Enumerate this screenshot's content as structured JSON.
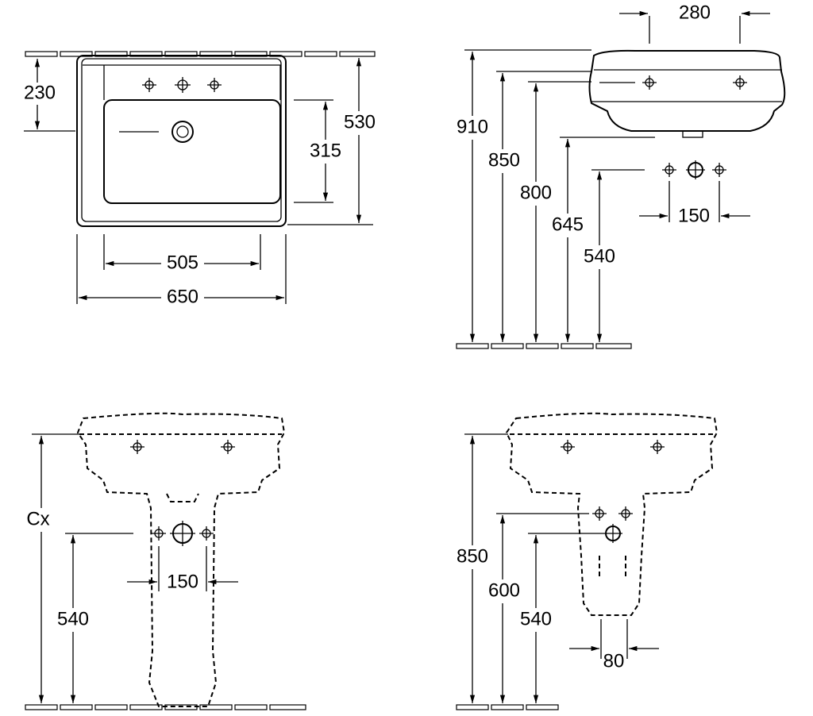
{
  "top_view": {
    "dim_tap_depth": "230",
    "dim_total_depth": "530",
    "dim_bowl_depth": "315",
    "dim_bowl_width": "505",
    "dim_total_width": "650"
  },
  "side_view": {
    "dim_depth": "280",
    "dim_910": "910",
    "dim_850": "850",
    "dim_800": "800",
    "dim_645": "645",
    "dim_540": "540",
    "dim_tap_spacing": "150"
  },
  "pedestal_view": {
    "dim_cx": "Cx",
    "dim_540": "540",
    "dim_tap_spacing": "150"
  },
  "semi_pedestal_view": {
    "dim_850": "850",
    "dim_600": "600",
    "dim_540": "540",
    "dim_80": "80"
  }
}
